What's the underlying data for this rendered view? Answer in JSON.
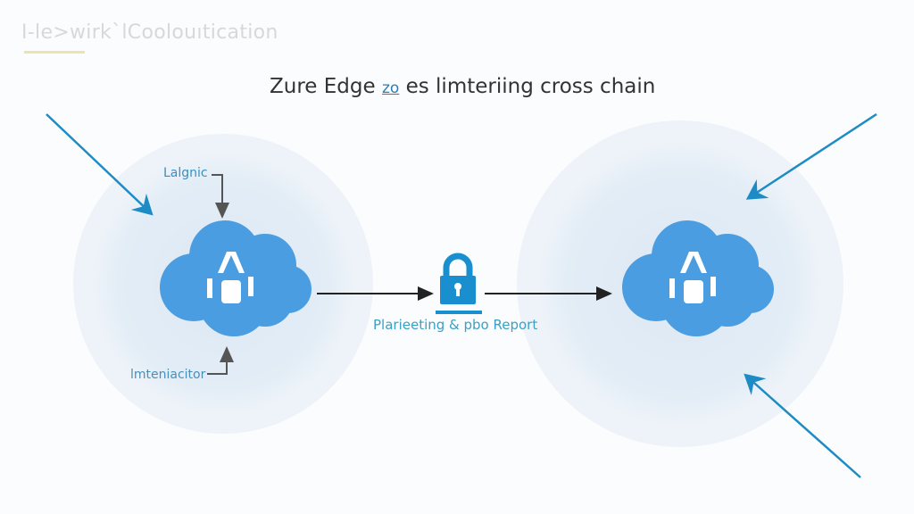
{
  "header": {
    "brand": "I-le>wirk`lCoolouıtication",
    "title_start": "Zure Edge ",
    "title_link": "zo",
    "title_end": " es limteriing cross chain"
  },
  "diagram": {
    "left_node": {
      "label_top": "Lalgnic",
      "label_bottom": "lmteniacitor",
      "icon": "cloud-lock-icon"
    },
    "right_node": {
      "icon": "cloud-lock-icon"
    },
    "center": {
      "icon": "padlock-icon",
      "label": "Plarieeting & pbo Report"
    },
    "colors": {
      "cloud": "#4a9de0",
      "lock": "#1a8fcf",
      "arrow": "#1e8cc4",
      "connector": "#222222"
    }
  }
}
